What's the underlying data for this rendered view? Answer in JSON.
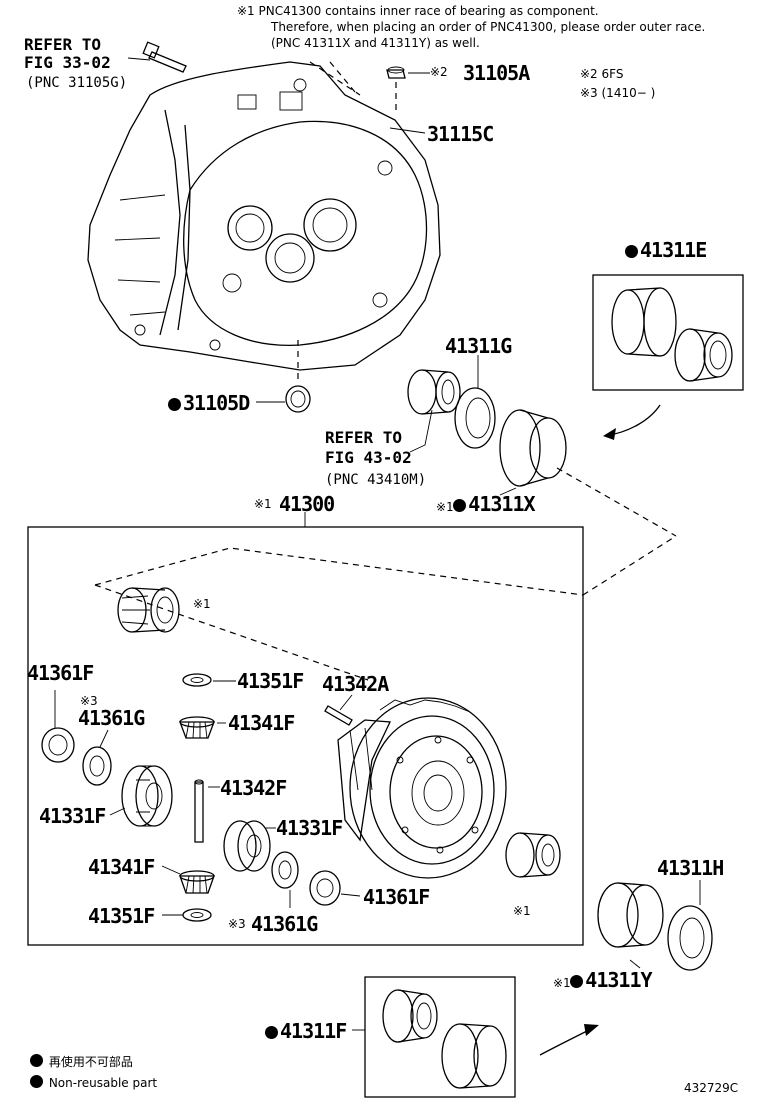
{
  "notes": {
    "note1_line1": "※1 PNC41300 contains inner race of bearing as component.",
    "note1_line2": "Therefore, when placing an order of PNC41300, please order outer race.",
    "note1_line3": "(PNC 41311X and 41311Y) as well.",
    "note2": "※2 6FS",
    "note3": "※3 (1410−        )"
  },
  "references": {
    "fig33_line1": "REFER TO",
    "fig33_line2": "FIG 33-02",
    "fig33_line3": "(PNC 31105G)",
    "fig43_line1": "REFER TO",
    "fig43_line2": "FIG 43-02",
    "fig43_line3": "(PNC 43410M)"
  },
  "parts": {
    "p31105A": "31105A",
    "p31115C": "31115C",
    "p31105D": "31105D",
    "p41311E": "41311E",
    "p41311G": "41311G",
    "p41311X": "41311X",
    "p41300": "41300",
    "p41361F_a": "41361F",
    "p41361G_a": "41361G",
    "p41351F_a": "41351F",
    "p41342A": "41342A",
    "p41341F_a": "41341F",
    "p41342F": "41342F",
    "p41331F_a": "41331F",
    "p41331F_b": "41331F",
    "p41341F_b": "41341F",
    "p41351F_b": "41351F",
    "p41361G_b": "41361G",
    "p41361F_b": "41361F",
    "p41311H": "41311H",
    "p41311Y": "41311Y",
    "p41311F": "41311F"
  },
  "marks": {
    "m2": "※2",
    "m1": "※1",
    "m3": "※3"
  },
  "legend": {
    "jp": "再使用不可部品",
    "en": "Non-reusable part"
  },
  "diagram_id": "432729C"
}
